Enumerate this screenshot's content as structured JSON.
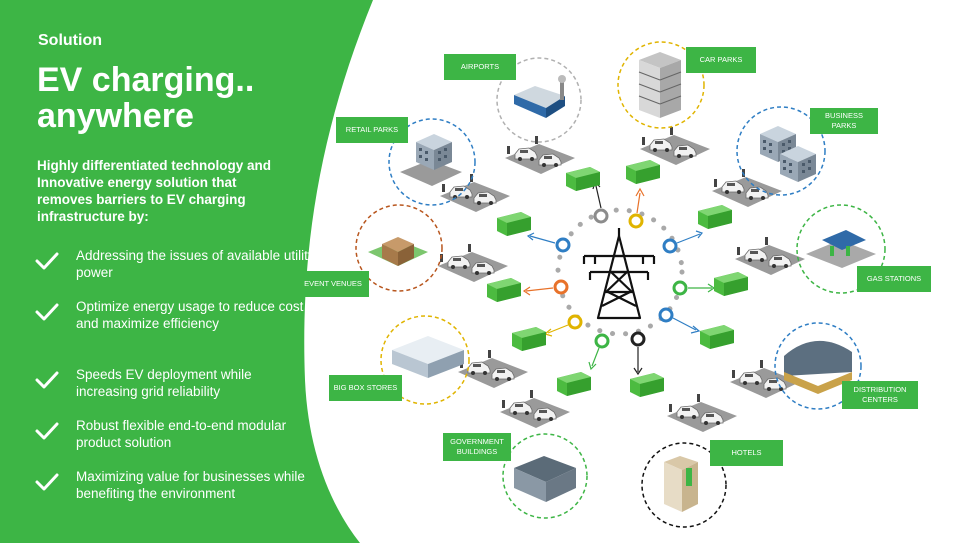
{
  "left_panel": {
    "eyebrow": "Solution",
    "headline_line1": "EV charging..",
    "headline_line2": "anywhere",
    "intro": "Highly differentiated technology and Innovative energy solution that removes barriers to EV charging infrastructure by:",
    "bullets": [
      "Addressing the issues of available utility power",
      "Optimize energy usage to reduce cost and maximize efficiency",
      "Speeds EV deployment while increasing grid reliability",
      "Robust flexible end-to-end modular product solution",
      "Maximizing value for businesses while benefiting the environment"
    ]
  },
  "diagram": {
    "locations": {
      "airports": "AIRPORTS",
      "car_parks": "CAR PARKS",
      "retail_parks": "RETAIL PARKS",
      "business_parks": "BUSINESS PARKS",
      "event_venues": "EVENT VENUES",
      "gas_stations": "GAS STATIONS",
      "big_box_stores": "BIG BOX STORES",
      "distribution_centers": "DISTRIBUTION CENTERS",
      "government_buildings": "GOVERNMENT BUILDINGS",
      "hotels": "HOTELS"
    },
    "center_icon": "transmission-tower-icon"
  },
  "colors": {
    "brand_green": "#3db545",
    "tag_green": "#3db545",
    "battery_green": "#4cbb40",
    "dot_gray": "#a9a9a9"
  }
}
